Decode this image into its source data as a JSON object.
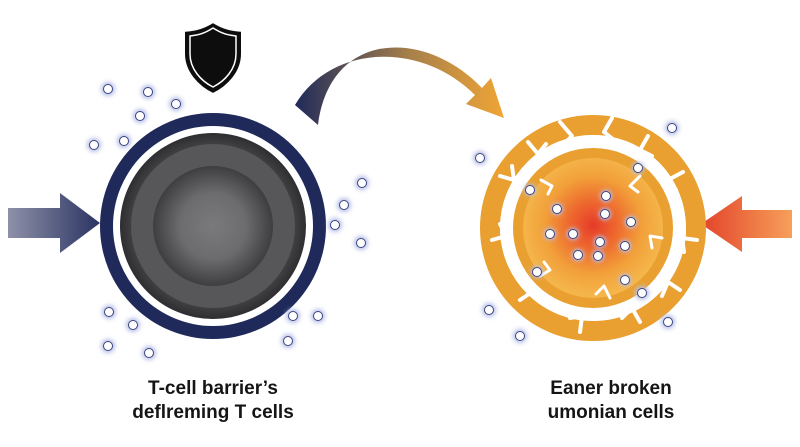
{
  "diagram": {
    "left_label": {
      "line1": "T-cell barrier’s",
      "line2": "deflreming T cells"
    },
    "right_label": {
      "line1": "Eaner broken",
      "line2": "umonian cells"
    },
    "icons": {
      "shield": "shield-icon",
      "left_arrow": "arrow-right-icon",
      "right_arrow": "arrow-left-icon",
      "curved_arrow": "curved-arrow-icon"
    },
    "colors": {
      "navy": "#1f2a5a",
      "gray_dark": "#4a4a4c",
      "gray_light": "#8a8a8c",
      "orange": "#e9a030",
      "orange_dark": "#c97a1a",
      "red": "#e4432a",
      "particle_glow": "#b9c0e8"
    }
  }
}
